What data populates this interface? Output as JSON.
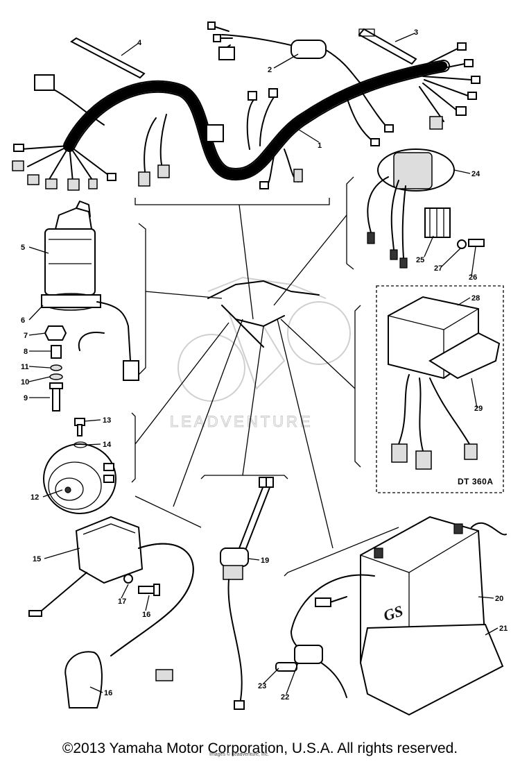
{
  "diagram": {
    "callouts": [
      {
        "id": "1",
        "text": "1"
      },
      {
        "id": "2",
        "text": "2"
      },
      {
        "id": "3",
        "text": "3"
      },
      {
        "id": "4",
        "text": "4"
      },
      {
        "id": "5",
        "text": "5"
      },
      {
        "id": "6",
        "text": "6"
      },
      {
        "id": "7",
        "text": "7"
      },
      {
        "id": "8",
        "text": "8"
      },
      {
        "id": "9",
        "text": "9"
      },
      {
        "id": "10",
        "text": "10"
      },
      {
        "id": "11",
        "text": "11"
      },
      {
        "id": "12",
        "text": "12"
      },
      {
        "id": "13",
        "text": "13"
      },
      {
        "id": "14",
        "text": "14"
      },
      {
        "id": "15",
        "text": "15"
      },
      {
        "id": "16a",
        "text": "16"
      },
      {
        "id": "16b",
        "text": "16"
      },
      {
        "id": "17",
        "text": "17"
      },
      {
        "id": "19",
        "text": "19"
      },
      {
        "id": "20",
        "text": "20"
      },
      {
        "id": "21",
        "text": "21"
      },
      {
        "id": "22",
        "text": "22"
      },
      {
        "id": "23",
        "text": "23"
      },
      {
        "id": "24",
        "text": "24"
      },
      {
        "id": "25",
        "text": "25"
      },
      {
        "id": "26",
        "text": "26"
      },
      {
        "id": "27",
        "text": "27"
      },
      {
        "id": "28",
        "text": "28"
      },
      {
        "id": "29",
        "text": "29"
      }
    ],
    "variant_label": "DT 360A",
    "battery_brand": "GS",
    "watermark": "LEADVENTURE"
  },
  "footer": {
    "copyright": "©2013 Yamaha Motor Corporation, U.S.A. All rights reserved.",
    "copyright_small": "Images © Leadventure, Inc."
  }
}
